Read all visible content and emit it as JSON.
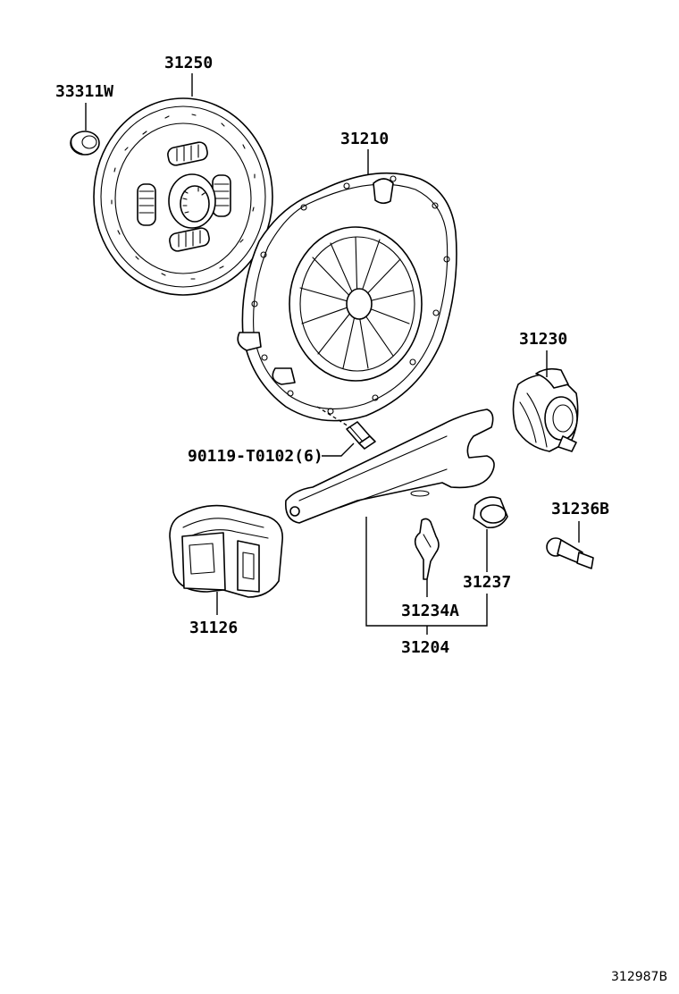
{
  "labels": {
    "p33311w": "33311W",
    "p31250": "31250",
    "p31210": "31210",
    "p31230": "31230",
    "p90119": "90119-T0102(6)",
    "p31236b": "31236B",
    "p31237": "31237",
    "p31126": "31126",
    "p31234a": "31234A",
    "p31204": "31204"
  },
  "reference_code": "312987B"
}
